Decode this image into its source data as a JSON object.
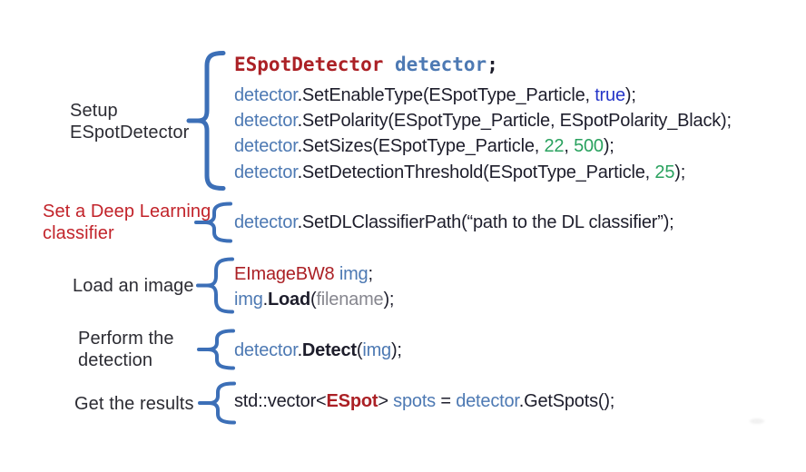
{
  "colors": {
    "background": "#ffffff",
    "dark": "#1d1d2b",
    "identifier_blue": "#4d79b3",
    "keyword_blue": "#2535c8",
    "type_red": "#ab2025",
    "number_green": "#2aa25f",
    "argument_gray": "#86868e",
    "label_dark": "#2c2c33",
    "label_red": "#c2232a",
    "brace_blue": "#3c6fb7"
  },
  "sections": [
    {
      "name": "setup-espotdetector",
      "label": {
        "lines": [
          "Setup",
          "ESpotDetector"
        ],
        "color": "label_dark"
      },
      "code": [
        {
          "font": "mono",
          "tokens": [
            {
              "t": "ESpotDetector",
              "c": "type_red"
            },
            {
              "t": " ",
              "c": "dark"
            },
            {
              "t": "detector",
              "c": "identifier_blue"
            },
            {
              "t": ";",
              "c": "dark"
            }
          ]
        },
        {
          "tokens": [
            {
              "t": "detector",
              "c": "identifier_blue"
            },
            {
              "t": ".SetEnableType(ESpotType_Particle, ",
              "c": "dark"
            },
            {
              "t": "true",
              "c": "keyword_blue"
            },
            {
              "t": ");",
              "c": "dark"
            }
          ]
        },
        {
          "tokens": [
            {
              "t": "detector",
              "c": "identifier_blue"
            },
            {
              "t": ".SetPolarity(ESpotType_Particle, ESpotPolarity_Black);",
              "c": "dark"
            }
          ]
        },
        {
          "tokens": [
            {
              "t": "detector",
              "c": "identifier_blue"
            },
            {
              "t": ".SetSizes(ESpotType_Particle, ",
              "c": "dark"
            },
            {
              "t": "22",
              "c": "number_green"
            },
            {
              "t": ", ",
              "c": "dark"
            },
            {
              "t": "500",
              "c": "number_green"
            },
            {
              "t": ");",
              "c": "dark"
            }
          ]
        },
        {
          "tokens": [
            {
              "t": "detector",
              "c": "identifier_blue"
            },
            {
              "t": ".SetDetectionThreshold(ESpotType_Particle, ",
              "c": "dark"
            },
            {
              "t": "25",
              "c": "number_green"
            },
            {
              "t": ");",
              "c": "dark"
            }
          ]
        }
      ]
    },
    {
      "name": "set-dl-classifier",
      "label": {
        "lines": [
          "Set a Deep Learning",
          "classifier"
        ],
        "color": "label_red"
      },
      "code": [
        {
          "tokens": [
            {
              "t": "detector",
              "c": "identifier_blue"
            },
            {
              "t": ".SetDLClassifierPath(“path to the DL classifier”);",
              "c": "dark"
            }
          ]
        }
      ]
    },
    {
      "name": "load-an-image",
      "label": {
        "lines": [
          "Load an image"
        ],
        "color": "label_dark"
      },
      "code": [
        {
          "tokens": [
            {
              "t": "EImageBW8",
              "c": "type_red"
            },
            {
              "t": " ",
              "c": "dark"
            },
            {
              "t": "img",
              "c": "identifier_blue"
            },
            {
              "t": ";",
              "c": "dark"
            }
          ]
        },
        {
          "tokens": [
            {
              "t": "img",
              "c": "identifier_blue"
            },
            {
              "t": ".",
              "c": "dark"
            },
            {
              "t": "Load",
              "c": "dark",
              "b": true
            },
            {
              "t": "(",
              "c": "dark"
            },
            {
              "t": "filename",
              "c": "argument_gray"
            },
            {
              "t": ");",
              "c": "dark"
            }
          ]
        }
      ]
    },
    {
      "name": "perform-the-detection",
      "label": {
        "lines": [
          "Perform the",
          "detection"
        ],
        "color": "label_dark"
      },
      "code": [
        {
          "tokens": [
            {
              "t": "detector",
              "c": "identifier_blue"
            },
            {
              "t": ".",
              "c": "dark"
            },
            {
              "t": "Detect",
              "c": "dark",
              "b": true
            },
            {
              "t": "(",
              "c": "dark"
            },
            {
              "t": "img",
              "c": "identifier_blue"
            },
            {
              "t": ");",
              "c": "dark"
            }
          ]
        }
      ]
    },
    {
      "name": "get-the-results",
      "label": {
        "lines": [
          "Get the results"
        ],
        "color": "label_dark"
      },
      "code": [
        {
          "tokens": [
            {
              "t": "std::vector<",
              "c": "dark"
            },
            {
              "t": "ESpot",
              "c": "type_red",
              "b": true
            },
            {
              "t": "> ",
              "c": "dark"
            },
            {
              "t": "spots",
              "c": "identifier_blue"
            },
            {
              "t": " = ",
              "c": "dark"
            },
            {
              "t": "detector",
              "c": "identifier_blue"
            },
            {
              "t": ".GetSpots();",
              "c": "dark"
            }
          ]
        }
      ]
    }
  ]
}
